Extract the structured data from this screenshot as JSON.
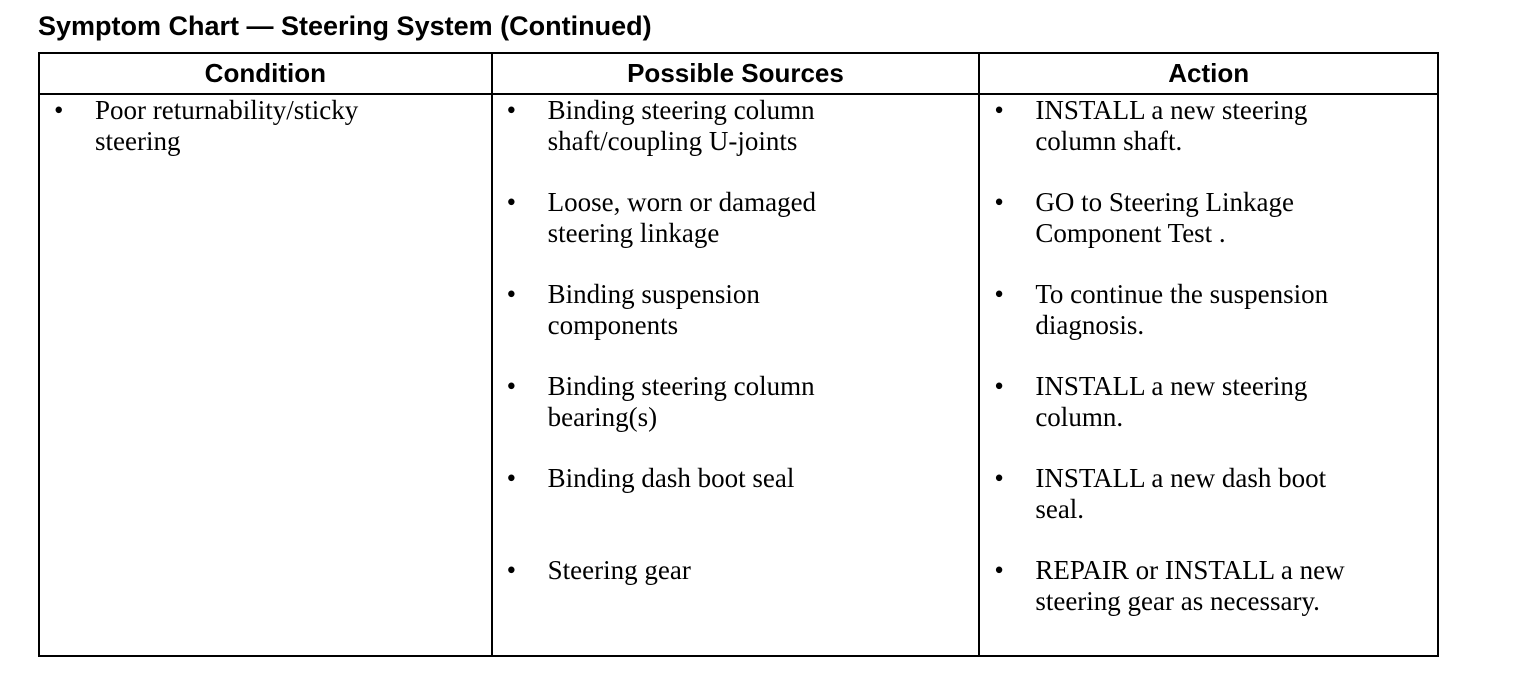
{
  "title": "Symptom Chart — Steering System (Continued)",
  "headers": {
    "condition": "Condition",
    "sources": "Possible Sources",
    "action": "Action"
  },
  "bullet": "•",
  "condition": {
    "line1": "Poor returnability/sticky",
    "line2": "steering"
  },
  "rows": [
    {
      "source": [
        "Binding steering column",
        "shaft/coupling U-joints"
      ],
      "action": [
        "INSTALL a new steering",
        "column shaft."
      ]
    },
    {
      "source": [
        "Loose, worn or damaged",
        "steering linkage"
      ],
      "action": [
        "GO to Steering Linkage",
        "Component Test ."
      ]
    },
    {
      "source": [
        "Binding suspension",
        "components"
      ],
      "action": [
        "To continue the suspension",
        "diagnosis."
      ]
    },
    {
      "source": [
        "Binding steering column",
        "bearing(s)"
      ],
      "action": [
        "INSTALL a new steering",
        "column."
      ]
    },
    {
      "source": [
        "Binding dash boot seal",
        ""
      ],
      "action": [
        "INSTALL a new dash boot",
        "seal."
      ]
    },
    {
      "source": [
        "Steering gear",
        ""
      ],
      "action": [
        "REPAIR or INSTALL a new",
        "steering gear as necessary."
      ]
    }
  ]
}
